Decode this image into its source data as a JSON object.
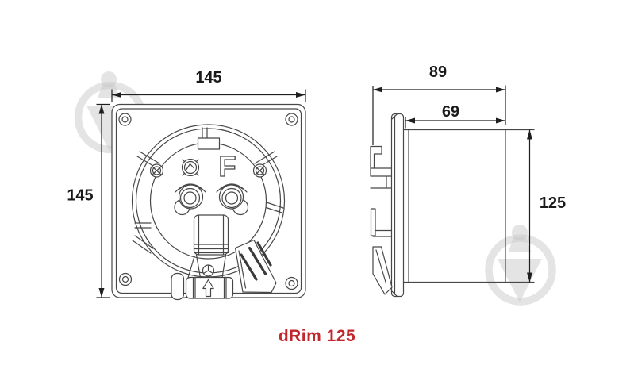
{
  "title": {
    "text": "dRim 125",
    "color": "#c2272d"
  },
  "front_view": {
    "width_mm": "145",
    "height_mm": "145",
    "motor_marking": "F"
  },
  "side_view": {
    "total_depth_mm": "89",
    "duct_length_mm": "69",
    "duct_height_mm": "125"
  },
  "colors": {
    "line": "#474747",
    "dimension_text": "#1a1a1a",
    "title_red": "#c2272d",
    "watermark_gray": "#c9c9c9",
    "background": "#ffffff"
  }
}
